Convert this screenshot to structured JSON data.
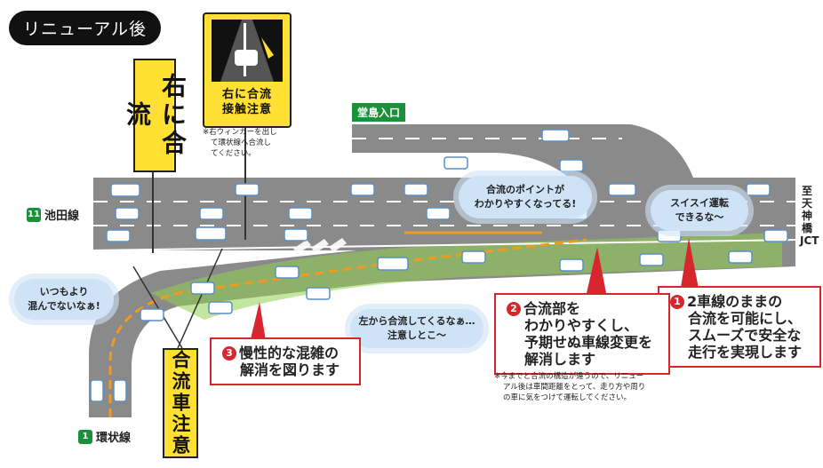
{
  "header": {
    "tag": "リニューアル後"
  },
  "signs": {
    "vertical_top": "右に合流",
    "vertical_bottom": "合流車注意",
    "warning_line1": "右に合流",
    "warning_line2": "接触注意",
    "warning_note_line1": "※右ウィンカーを出し",
    "warning_note_line2": "て環状線へ合流し",
    "warning_note_line3": "てください。"
  },
  "roads": {
    "ikeda_shield": "11",
    "ikeda_label": "池田線",
    "kanjo_shield": "1",
    "kanjo_label": "環状線",
    "dojima_entrance": "堂島入口",
    "destination": "至天神橋JCT"
  },
  "bubbles": {
    "merge_point_line1": "合流のポイントが",
    "merge_point_line2": "わかりやすくなってる!",
    "smooth_line1": "スイスイ運転",
    "smooth_line2": "できるな〜",
    "less_crowded_line1": "いつもより",
    "less_crowded_line2": "混んでないなぁ!",
    "left_merge_line1": "左から合流してくるなぁ…",
    "left_merge_line2": "注意しとこ〜"
  },
  "callouts": {
    "c1_num": "1",
    "c1_line1": "2車線のままの",
    "c1_line2": "合流を可能にし、",
    "c1_line3": "スムーズで安全な",
    "c1_line4": "走行を実現します",
    "c2_num": "2",
    "c2_line1": "合流部を",
    "c2_line2": "わかりやすくし、",
    "c2_line3": "予期せぬ車線変更を",
    "c2_line4": "解消します",
    "c3_num": "3",
    "c3_line1": "慢性的な混雑の",
    "c3_line2": "解消を図ります"
  },
  "footnote": {
    "line1": "※今までと合流の構造が違うので、リニュー",
    "line2": "アル後は車間距離をとって、走り方や周り",
    "line3": "の車に気をつけて運転してください。"
  },
  "colors": {
    "road": "#8a8a8a",
    "green": "#8fd14f",
    "sign_yellow": "#ffe033",
    "accent_red": "#d7262e",
    "route_green": "#1b8f3a"
  }
}
